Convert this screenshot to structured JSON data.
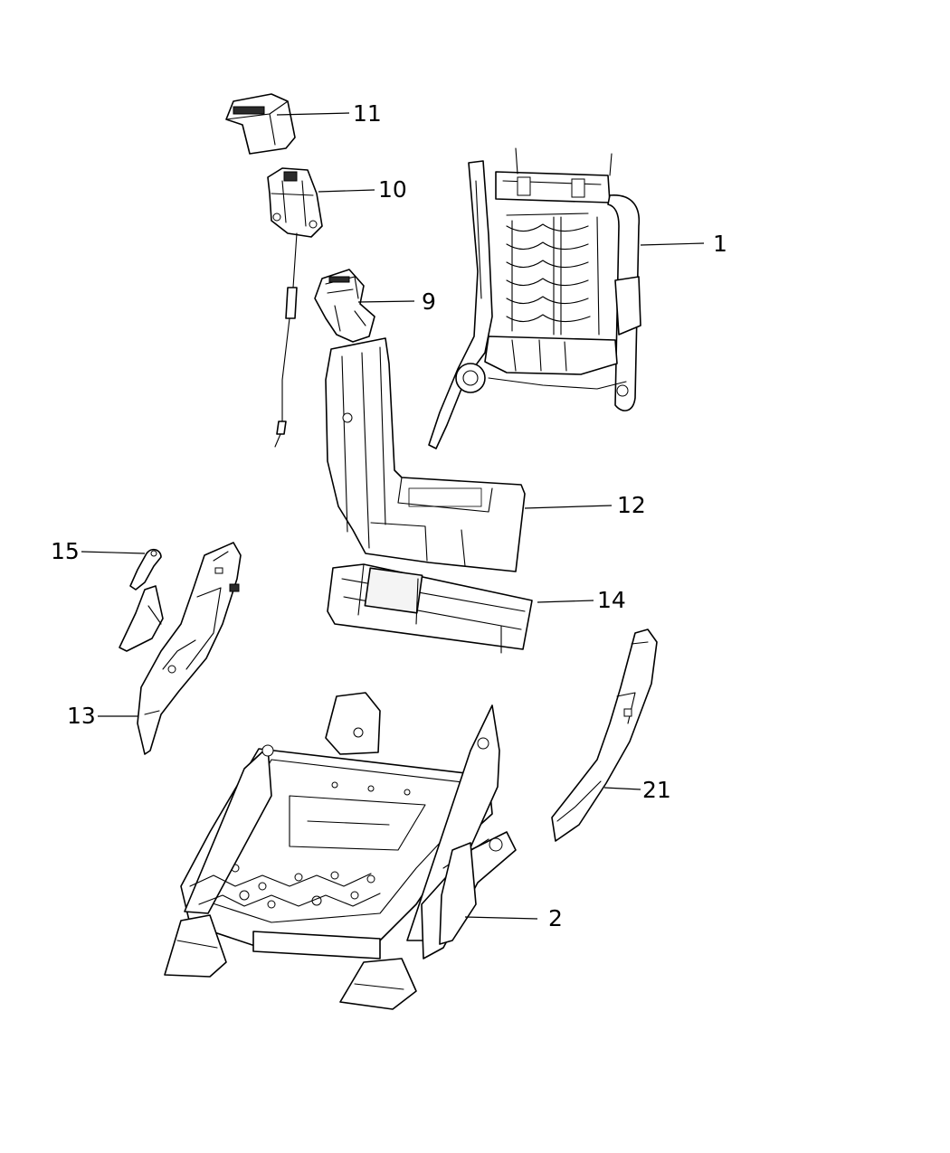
{
  "diagram": {
    "callouts": {
      "c1": "1",
      "c2": "2",
      "c9": "9",
      "c10": "10",
      "c11": "11",
      "c12": "12",
      "c13": "13",
      "c14": "14",
      "c15": "15",
      "c21": "21"
    }
  }
}
